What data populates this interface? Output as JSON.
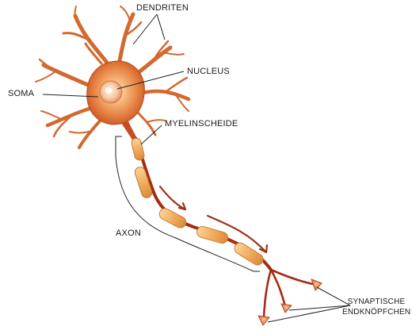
{
  "labels": {
    "dendriten": "DENDRITEN",
    "nucleus": "NUCLEUS",
    "soma": "SOMA",
    "myelinscheide": "MYELINSCHEIDE",
    "axon": "AXON",
    "synaptische_line1": "SYNAPTISCHE",
    "synaptische_line2": "ENDKNÖPFCHEN"
  },
  "colors": {
    "soma": "#e0793a",
    "dendrite": "#d5692d",
    "axon_core": "#a52b12",
    "myelin": "#f3ba6f",
    "arrow": "#9a3414",
    "leader": "#222222"
  }
}
